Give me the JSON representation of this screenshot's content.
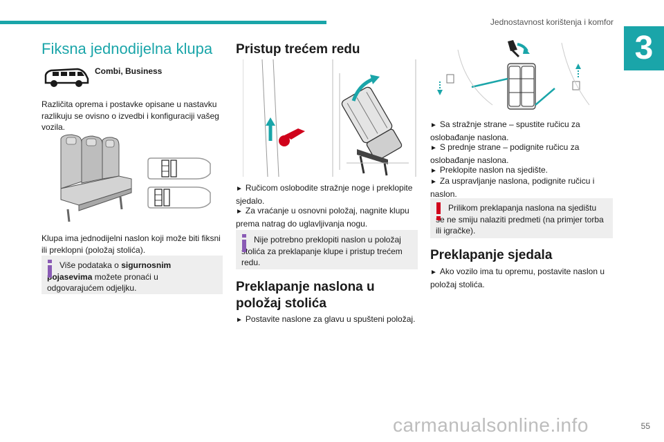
{
  "header": {
    "title": "Jednostavnost korištenja i komfor",
    "chapter": "3"
  },
  "col1": {
    "title": "Fiksna jednodijelna klupa",
    "versions_label": "Combi, Business",
    "intro": "Različita oprema i postavke opisane u nastavku razlikuju se ovisno o izvedbi i konfiguraciji vašeg vozila.",
    "bench_text": "Klupa ima jednodijelni naslon koji može biti fiksni ili preklopni (položaj stolića).",
    "note_pre": "Više podataka o ",
    "note_bold": "sigurnosnim pojasevima",
    "note_post": " možete pronaći u odgovarajućem odjeljku."
  },
  "col2": {
    "title": "Pristup trećem redu",
    "step1": "Ručicom oslobodite stražnje noge i preklopite sjedalo.",
    "step2": "Za vraćanje u osnovni položaj, nagnite klupu prema natrag do uglavljivanja nogu.",
    "note": "Nije potrebno preklopiti naslon u položaj stolića za preklapanje klupe i pristup trećem redu.",
    "title2_line1": "Preklapanje naslona u",
    "title2_line2": "položaj stolića",
    "step3": "Postavite naslone za glavu u spušteni položaj."
  },
  "col3": {
    "step1": "Sa stražnje strane – spustite ručicu za oslobađanje naslona.",
    "step2": "S prednje strane – podignite ručicu za oslobađanje naslona.",
    "step3": "Preklopite naslon na sjedište.",
    "step4": "Za uspravljanje naslona, podignite ručicu i naslon.",
    "warning": "Prilikom preklapanja naslona na sjedištu se ne smiju nalaziti predmeti (na primjer torba ili igračke).",
    "title2": "Preklapanje sjedala",
    "step5": "Ako vozilo ima tu opremu, postavite naslon u položaj stolića."
  },
  "arrow_glyph": "►",
  "page_number": "55",
  "watermark": "carmanualsonline.info",
  "colors": {
    "accent": "#1aa5a9",
    "note_bg": "#eeeeee",
    "warning": "#d0021b"
  }
}
